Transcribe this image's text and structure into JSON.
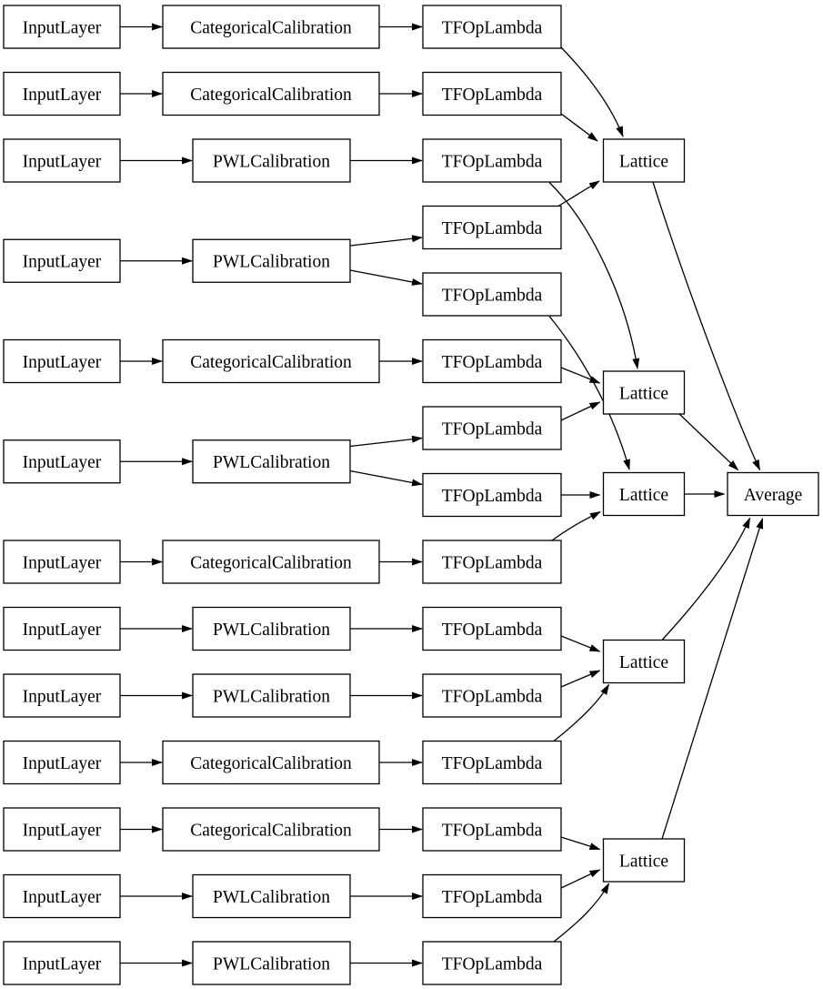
{
  "diagram": {
    "title": "lattice-ensemble-model-graph",
    "type": "layered-dag",
    "colors": {
      "background": "#ffffff",
      "node_fill": "#ffffff",
      "node_border": "#000000",
      "edge": "#000000",
      "text": "#000000"
    },
    "rows": [
      {
        "input": "InputLayer",
        "calibration": "CategoricalCalibration",
        "lambdas": [
          "TFOpLambda"
        ]
      },
      {
        "input": "InputLayer",
        "calibration": "CategoricalCalibration",
        "lambdas": [
          "TFOpLambda"
        ]
      },
      {
        "input": "InputLayer",
        "calibration": "PWLCalibration",
        "lambdas": [
          "TFOpLambda"
        ]
      },
      {
        "input": "InputLayer",
        "calibration": "PWLCalibration",
        "lambdas": [
          "TFOpLambda",
          "TFOpLambda"
        ]
      },
      {
        "input": "InputLayer",
        "calibration": "CategoricalCalibration",
        "lambdas": [
          "TFOpLambda"
        ]
      },
      {
        "input": "InputLayer",
        "calibration": "PWLCalibration",
        "lambdas": [
          "TFOpLambda",
          "TFOpLambda"
        ]
      },
      {
        "input": "InputLayer",
        "calibration": "CategoricalCalibration",
        "lambdas": [
          "TFOpLambda"
        ]
      },
      {
        "input": "InputLayer",
        "calibration": "PWLCalibration",
        "lambdas": [
          "TFOpLambda"
        ]
      },
      {
        "input": "InputLayer",
        "calibration": "PWLCalibration",
        "lambdas": [
          "TFOpLambda"
        ]
      },
      {
        "input": "InputLayer",
        "calibration": "CategoricalCalibration",
        "lambdas": [
          "TFOpLambda"
        ]
      },
      {
        "input": "InputLayer",
        "calibration": "CategoricalCalibration",
        "lambdas": [
          "TFOpLambda"
        ]
      },
      {
        "input": "InputLayer",
        "calibration": "PWLCalibration",
        "lambdas": [
          "TFOpLambda"
        ]
      },
      {
        "input": "InputLayer",
        "calibration": "PWLCalibration",
        "lambdas": [
          "TFOpLambda"
        ]
      }
    ],
    "lattices": [
      "Lattice",
      "Lattice",
      "Lattice",
      "Lattice",
      "Lattice"
    ],
    "average": "Average",
    "structure": {
      "lattice_inputs_by_row": [
        [
          "1",
          "2",
          "4a"
        ],
        [
          "3",
          "5",
          "6a"
        ],
        [
          "4b",
          "6b",
          "7"
        ],
        [
          "8",
          "9",
          "10"
        ],
        [
          "11",
          "12",
          "13"
        ]
      ],
      "lattices_feed": "Average"
    }
  }
}
